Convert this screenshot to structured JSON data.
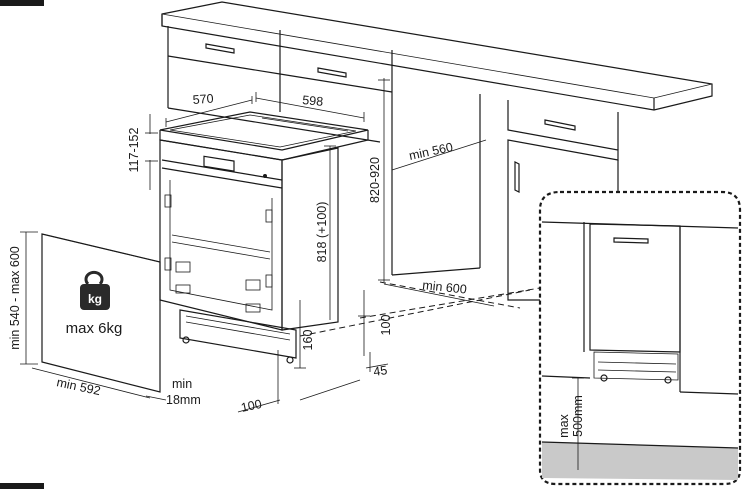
{
  "labels": {
    "width_depth": "570",
    "width_front": "598",
    "top_gap": "117-152",
    "cabinet_height": "820-920",
    "depth_min": "min 560",
    "appliance_height": "818 (+100)",
    "niche_depth": "min 600",
    "plinth_height": "160",
    "plinth_gap": "100",
    "plinth_offset": "45",
    "foot_depth": "100",
    "door_panel_height": "min 540 - max 600",
    "door_panel_width": "min 592",
    "panel_thickness_a": "min",
    "panel_thickness_b": "18mm",
    "weight_icon": "kg",
    "weight_label": "max 6kg",
    "detail_height_a": "max",
    "detail_height_b": "500mm"
  },
  "icons": {
    "weight": "kettlebell-weight-icon"
  },
  "colors": {
    "line": "#1a1a1a",
    "floor_shade": "#c9c9c9",
    "weight_fill": "#2a2a2a"
  }
}
